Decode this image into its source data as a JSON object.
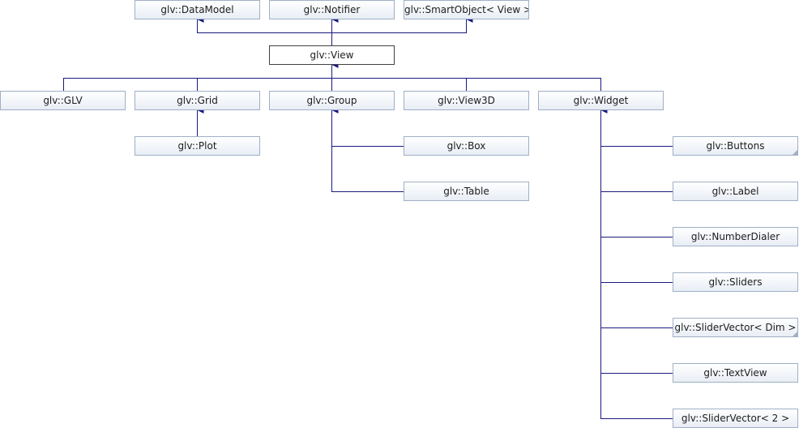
{
  "diagram": {
    "colors": {
      "edge": "#1a1a80",
      "node_border": "#9fb0c6",
      "node_fill": "#e8edf5",
      "current_border": "#404040"
    },
    "nodes": {
      "datamodel": "glv::DataModel",
      "notifier": "glv::Notifier",
      "smartobject": "glv::SmartObject< View >",
      "view": "glv::View",
      "glv": "glv::GLV",
      "grid": "glv::Grid",
      "group": "glv::Group",
      "view3d": "glv::View3D",
      "widget": "glv::Widget",
      "plot": "glv::Plot",
      "box": "glv::Box",
      "table": "glv::Table",
      "buttons": "glv::Buttons",
      "label": "glv::Label",
      "numberdialer": "glv::NumberDialer",
      "sliders": "glv::Sliders",
      "slidervector_dim": "glv::SliderVector< Dim >",
      "textview": "glv::TextView",
      "slidervector_2": "glv::SliderVector< 2 >"
    }
  }
}
